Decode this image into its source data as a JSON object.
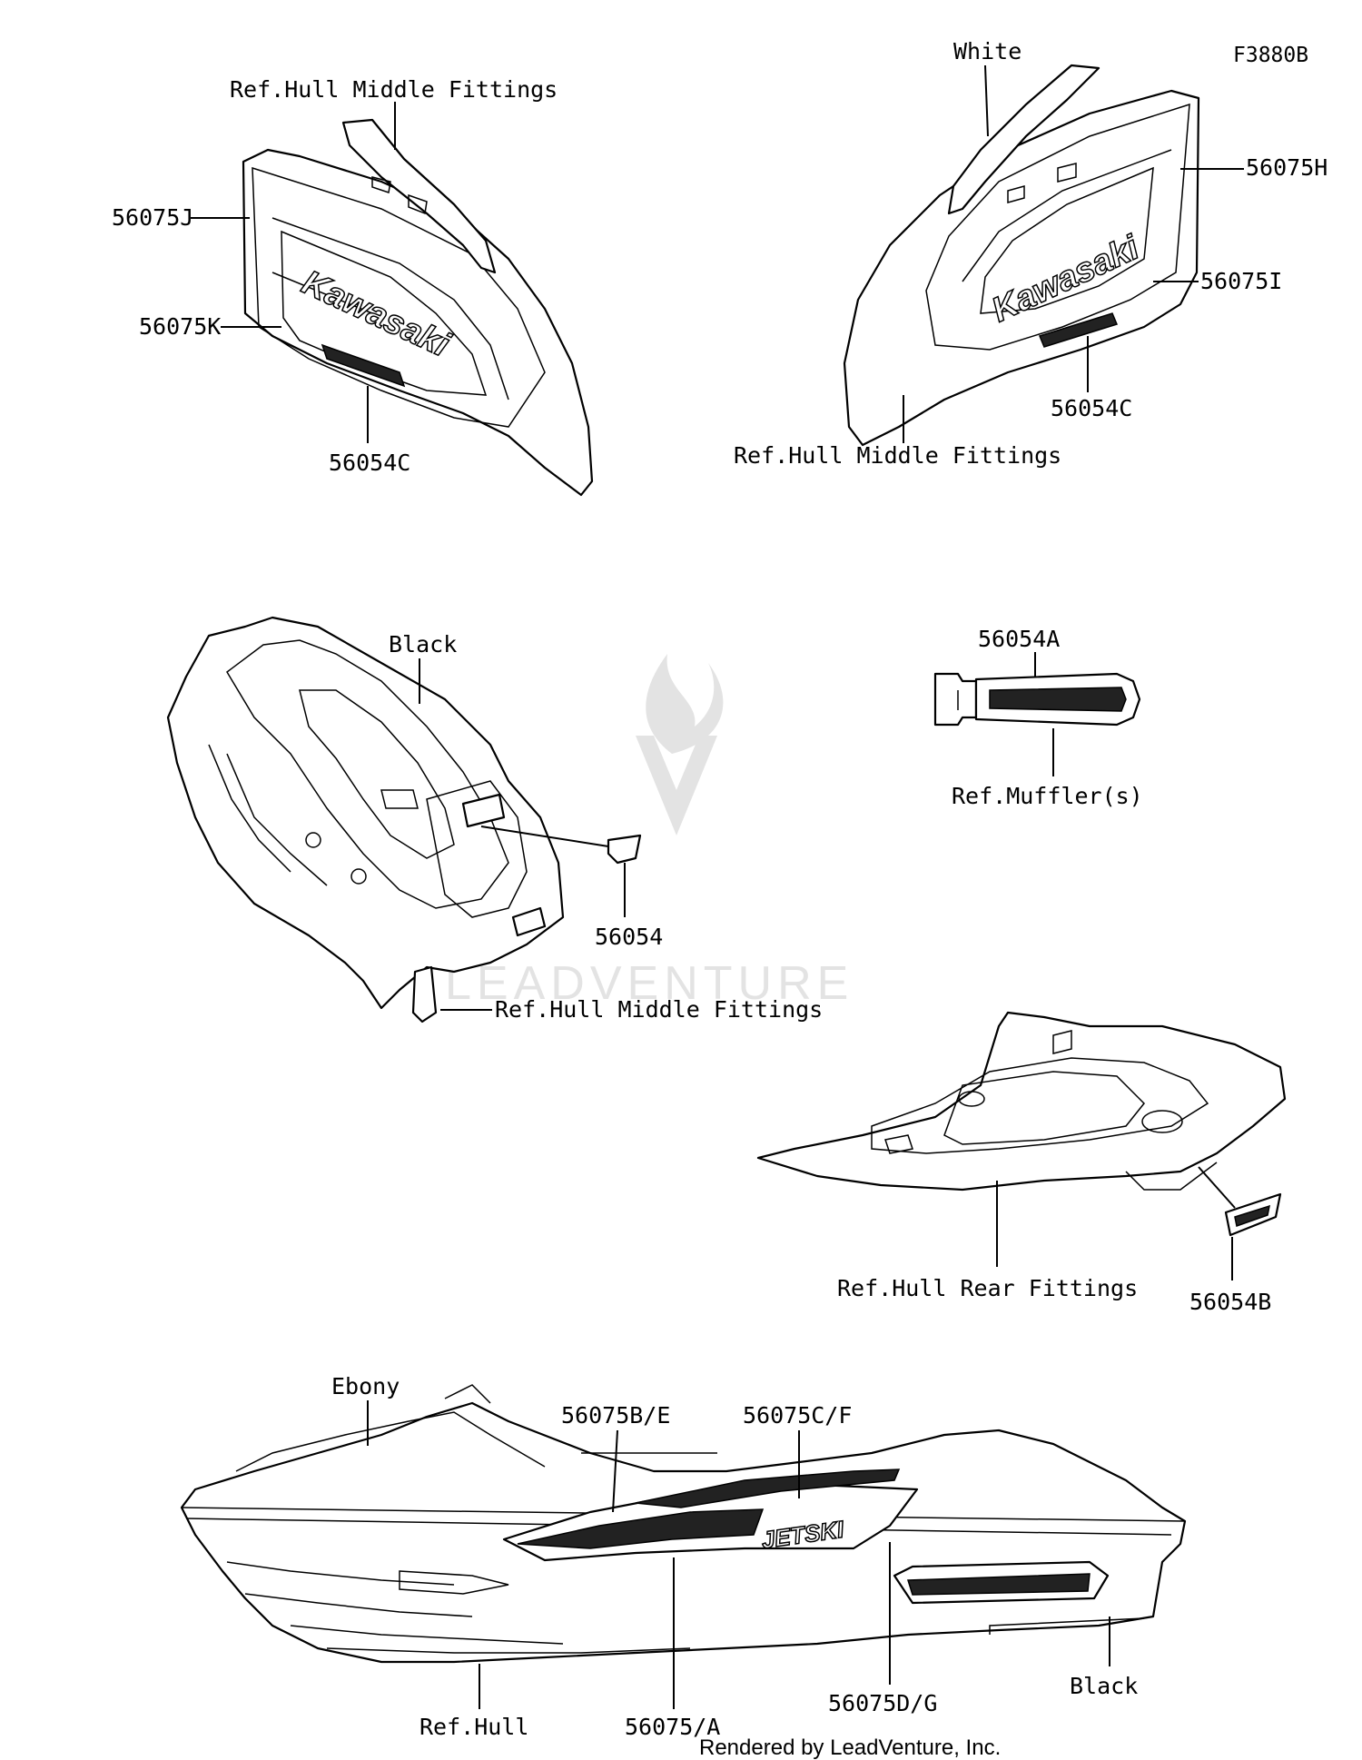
{
  "diagram_code": "F3880B",
  "footer": "Rendered by LeadVenture, Inc.",
  "watermark": "LEADVENTURE",
  "logo_text": "Kawasaki",
  "jetski_text": "JETSKI",
  "callouts": {
    "white": "White",
    "ref_hull_middle_top_left": "Ref.Hull Middle Fittings",
    "p56075J": "56075J",
    "p56075K": "56075K",
    "p56054C_left": "56054C",
    "p56075H": "56075H",
    "p56075I": "56075I",
    "p56054C_right": "56054C",
    "ref_hull_middle_top_right": "Ref.Hull Middle Fittings",
    "black_top": "Black",
    "p56054A": "56054A",
    "ref_muffler": "Ref.Muffler(s)",
    "p56054": "56054",
    "ref_hull_middle_mid": "Ref.Hull Middle Fittings",
    "ref_hull_rear": "Ref.Hull Rear Fittings",
    "p56054B": "56054B",
    "ebony": "Ebony",
    "p56075BE": "56075B/E",
    "p56075CF": "56075C/F",
    "p56075DG": "56075D/G",
    "black_bottom": "Black",
    "ref_hull": "Ref.Hull",
    "p56075A": "56075/A"
  }
}
